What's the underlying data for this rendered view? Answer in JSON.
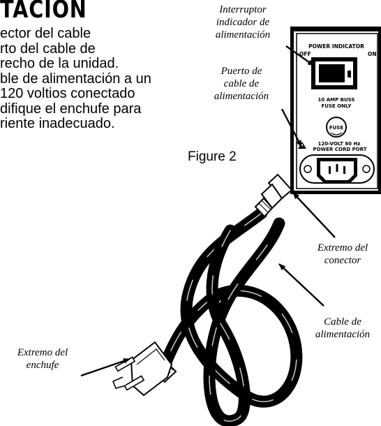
{
  "heading": "TACION",
  "body_lines": [
    "ector del cable",
    "rto del cable de",
    "recho de la unidad.",
    "ble de alimentación a un",
    "120 voltios conectado",
    "difique el enchufe para",
    "riente inadecuado."
  ],
  "figure_label": "Figure 2",
  "captions": {
    "switch": [
      "Interruptor",
      "indicador de",
      "alimentación"
    ],
    "port": [
      "Puerto de",
      "cable de",
      "alimentación"
    ],
    "connector_end": [
      "Extremo del",
      "conector"
    ],
    "cord": [
      "Cable de",
      "alimentación"
    ],
    "plug_end": [
      "Extremo del",
      "enchufe"
    ]
  },
  "panel": {
    "power_indicator": "POWER INDICATOR",
    "off": "OFF",
    "on": "ON",
    "fuse_line1": "10 AMP BUSS",
    "fuse_line2": "FUSE ONLY",
    "fuse": "FUSE",
    "voltage": "120-VOLT 60 Hz",
    "port": "POWER CORD PORT"
  }
}
